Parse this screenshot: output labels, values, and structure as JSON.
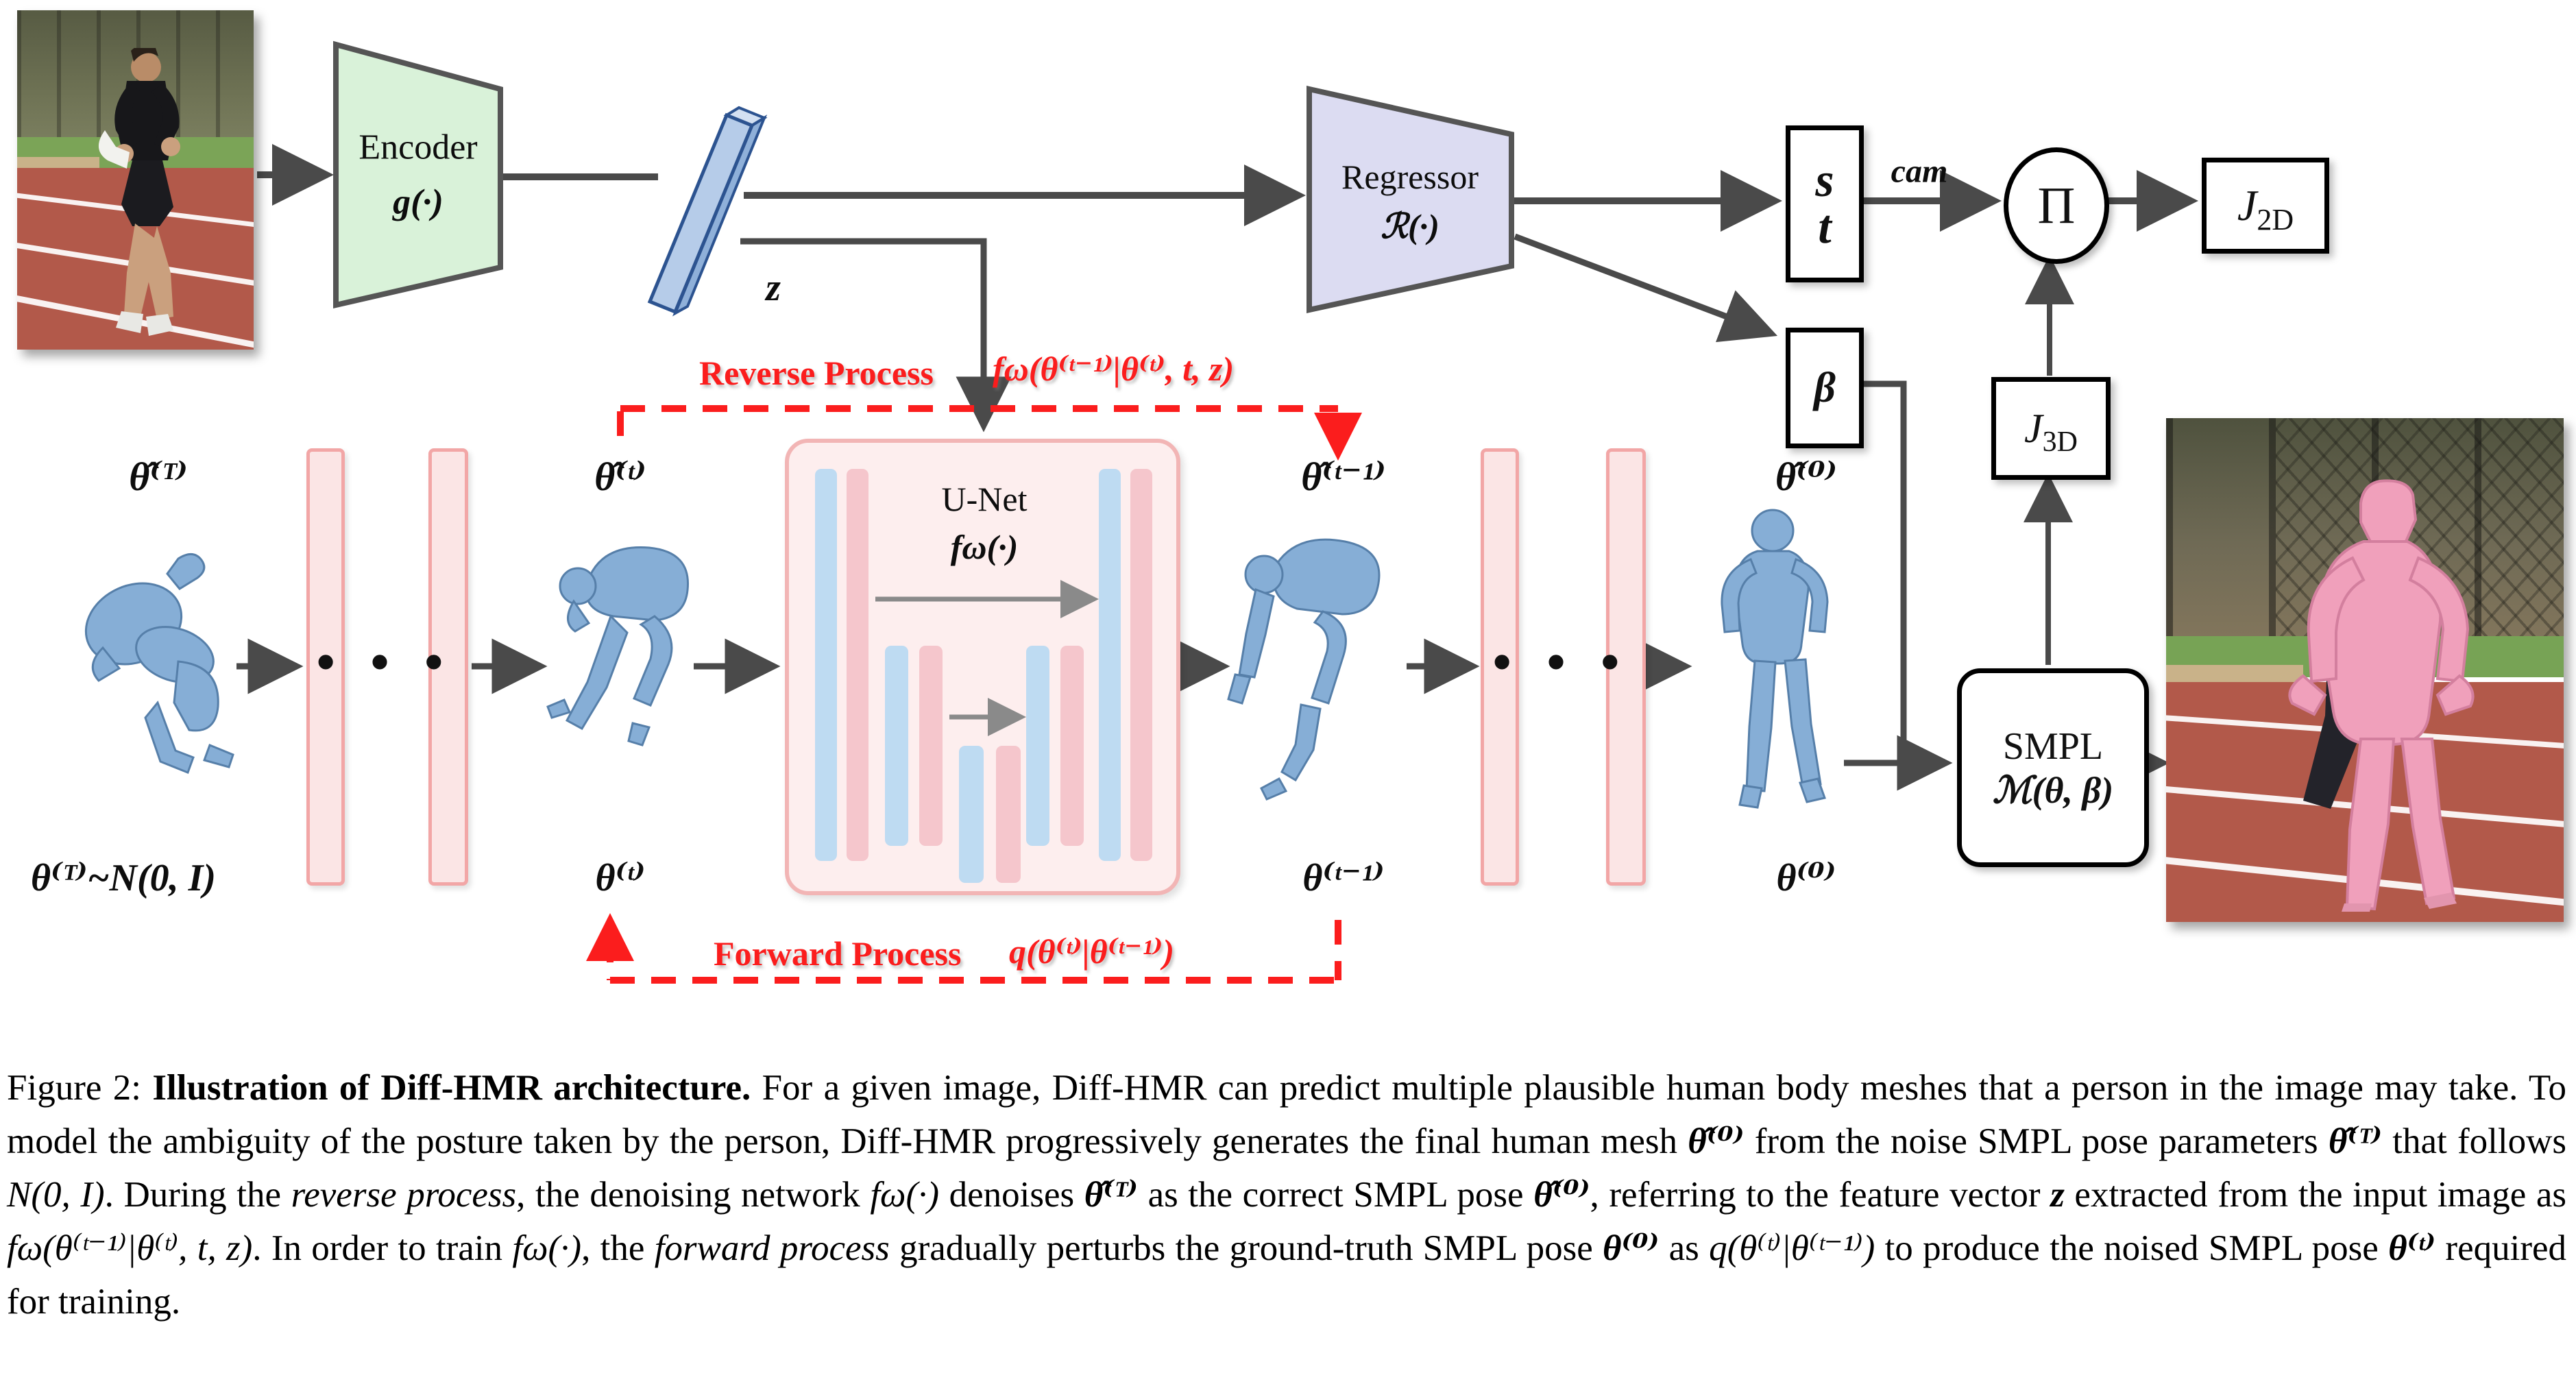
{
  "figure": {
    "top_row": {
      "encoder": {
        "line1": "Encoder",
        "line2": "g(·)"
      },
      "feature_vector": {
        "label": "z"
      },
      "regressor": {
        "line1": "Regressor",
        "line2": "ℛ(·)"
      },
      "cam_output": {
        "s": "s",
        "t": "t",
        "cam_label": "cam"
      },
      "beta_output": {
        "label": "β"
      },
      "projection": {
        "label": "Π"
      },
      "j2d": {
        "main": "J",
        "sub": "2D"
      },
      "j3d": {
        "main": "J",
        "sub": "3D"
      },
      "smpl": {
        "line1": "SMPL",
        "line2": "ℳ(θ, β)"
      }
    },
    "diffusion_row": {
      "unet": {
        "line1": "U-Net",
        "line2": "fω(·)"
      },
      "dots_left": "• • •",
      "dots_right": "• • •",
      "state_hat_T": "θ̂⁽ᵀ⁾",
      "state_hat_t": "θ̂⁽ᵗ⁾",
      "state_hat_t1": "θ̂⁽ᵗ⁻¹⁾",
      "state_hat_0": "θ̂⁽⁰⁾",
      "state_T_noise": "θ⁽ᵀ⁾~N(0, I)",
      "state_t": "θ⁽ᵗ⁾",
      "state_t1": "θ⁽ᵗ⁻¹⁾",
      "state_0": "θ⁽⁰⁾",
      "reverse_process": {
        "label": "Reverse Process",
        "formula": "fω(θ⁽ᵗ⁻¹⁾|θ⁽ᵗ⁾, t, z)"
      },
      "forward_process": {
        "label": "Forward Process",
        "formula": "q(θ⁽ᵗ⁾|θ⁽ᵗ⁻¹⁾)"
      }
    },
    "colors": {
      "encoder_fill": "#d9f2d9",
      "regressor_fill": "#dcdcf2",
      "feature_bar_fill": "#b6cce9",
      "feature_bar_border": "#2c5390",
      "unet_fill": "#fdeeee",
      "pink_bar_fill": "#fbe5e5",
      "pink_bar_border": "#f2a6a6",
      "inner_blue": "#bedbf2",
      "inner_pink": "#f5c6cc",
      "arrow_gray": "#4a4a4a",
      "process_red": "#fb1d1d",
      "mesh_blue": "#86aed6",
      "mesh_pink": "#f0a0bb"
    }
  },
  "caption": {
    "segments": [
      {
        "t": "Figure 2:  ",
        "s": ""
      },
      {
        "t": "Illustration of Diff-HMR architecture.",
        "s": "b"
      },
      {
        "t": "  For a given image, Diff-HMR can predict multiple plausible human body meshes that a person in the image may take. To model the ambiguity of the posture taken by the person, Diff-HMR progressively generates the final human mesh ",
        "s": ""
      },
      {
        "t": "θ̂⁽⁰⁾",
        "s": "bi"
      },
      {
        "t": " from the noise SMPL pose parameters ",
        "s": ""
      },
      {
        "t": "θ̂⁽ᵀ⁾",
        "s": "bi"
      },
      {
        "t": " that follows ",
        "s": ""
      },
      {
        "t": "N(0, I)",
        "s": "i"
      },
      {
        "t": ". During the ",
        "s": ""
      },
      {
        "t": "reverse process",
        "s": "i"
      },
      {
        "t": ", the denoising network ",
        "s": ""
      },
      {
        "t": "fω(·)",
        "s": "i"
      },
      {
        "t": " denoises ",
        "s": ""
      },
      {
        "t": "θ̂⁽ᵀ⁾",
        "s": "bi"
      },
      {
        "t": " as the correct SMPL pose ",
        "s": ""
      },
      {
        "t": "θ̂⁽⁰⁾",
        "s": "bi"
      },
      {
        "t": ", referring to the feature vector ",
        "s": ""
      },
      {
        "t": "z",
        "s": "bi"
      },
      {
        "t": " extracted from the input image as ",
        "s": ""
      },
      {
        "t": "fω(θ⁽ᵗ⁻¹⁾|θ⁽ᵗ⁾, t, z)",
        "s": "i"
      },
      {
        "t": ". In order to train ",
        "s": ""
      },
      {
        "t": "fω(·)",
        "s": "i"
      },
      {
        "t": ", the ",
        "s": ""
      },
      {
        "t": "forward process",
        "s": "i"
      },
      {
        "t": " gradually perturbs the ground-truth SMPL pose ",
        "s": ""
      },
      {
        "t": "θ⁽⁰⁾",
        "s": "bi"
      },
      {
        "t": " as ",
        "s": ""
      },
      {
        "t": "q(θ⁽ᵗ⁾|θ⁽ᵗ⁻¹⁾)",
        "s": "i"
      },
      {
        "t": " to produce the noised SMPL pose ",
        "s": ""
      },
      {
        "t": "θ⁽ᵗ⁾",
        "s": "bi"
      },
      {
        "t": " required for training.",
        "s": ""
      }
    ]
  }
}
